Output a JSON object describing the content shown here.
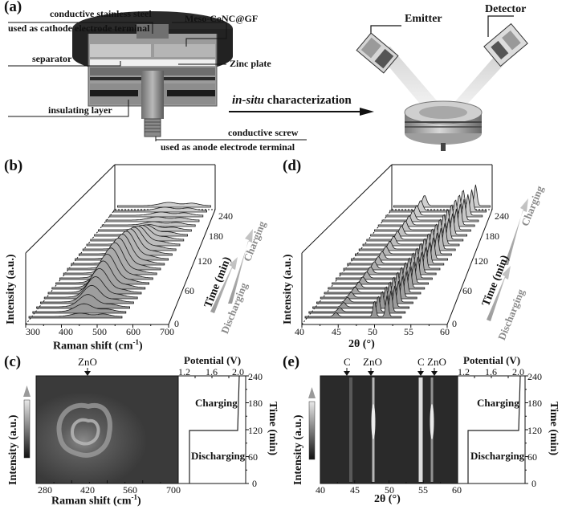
{
  "panel_a": {
    "label": "(a)",
    "callouts": {
      "steel_line1": "conductive stainless steel",
      "steel_line2": "used as cathode electrode terminal",
      "meso": "Meso-CoNC@GF",
      "separator": "separator",
      "zinc": "Zinc plate",
      "insulating": "insulating layer",
      "screw_line1": "conductive screw",
      "screw_line2": "used as anode electrode terminal"
    },
    "insitu_italic": "in-situ",
    "insitu_rest": " characterization",
    "emitter": "Emitter",
    "detector": "Detector"
  },
  "panel_b": {
    "label": "(b)",
    "ylabel": "Intensity (a.u.)",
    "xlabel": "Raman shift (cm",
    "xlabel_sup": "-1",
    "xlabel_end": ")",
    "xticks": [
      "300",
      "400",
      "500",
      "600",
      "700"
    ],
    "time_label": "Time (min)",
    "time_ticks": [
      "0",
      "60",
      "120",
      "180",
      "240"
    ],
    "charging": "Charging",
    "discharging": "Discharging"
  },
  "panel_d": {
    "label": "(d)",
    "ylabel": "Intensity (a.u.)",
    "xlabel": "2θ (°)",
    "xticks": [
      "40",
      "45",
      "50",
      "55",
      "60"
    ],
    "time_label": "Time (min)",
    "time_ticks": [
      "0",
      "60",
      "120",
      "180",
      "240"
    ],
    "charging": "Charging",
    "discharging": "Discharging"
  },
  "panel_c": {
    "label": "(c)",
    "top_marker": "ZnO",
    "ylabel": "Intensity (a.u.)",
    "xlabel": "Raman shift (cm",
    "xlabel_sup": "-1",
    "xlabel_end": ")",
    "xticks": [
      "280",
      "420",
      "560",
      "700"
    ],
    "potential_label": "Potential (V)",
    "potential_ticks": [
      "1.2",
      "1.6",
      "2.0"
    ],
    "time_label": "Time (min)",
    "time_ticks": [
      "240",
      "180",
      "120",
      "60",
      "0"
    ],
    "charging": "Charging",
    "discharging": "Discharging"
  },
  "panel_e": {
    "label": "(e)",
    "markers": [
      "C",
      "ZnO",
      "C",
      "ZnO"
    ],
    "ylabel": "Intensity (a.u.)",
    "xlabel": "2θ (°)",
    "xticks": [
      "40",
      "45",
      "50",
      "55",
      "60"
    ],
    "potential_label": "Potential (V)",
    "potential_ticks": [
      "1.2",
      "1.6",
      "2.0"
    ],
    "time_label": "Time (min)",
    "time_ticks": [
      "240",
      "180",
      "120",
      "60",
      "0"
    ],
    "charging": "Charging",
    "discharging": "Discharging"
  },
  "colors": {
    "ink": "#111111",
    "arrow_gray": "#9a9a9a"
  }
}
